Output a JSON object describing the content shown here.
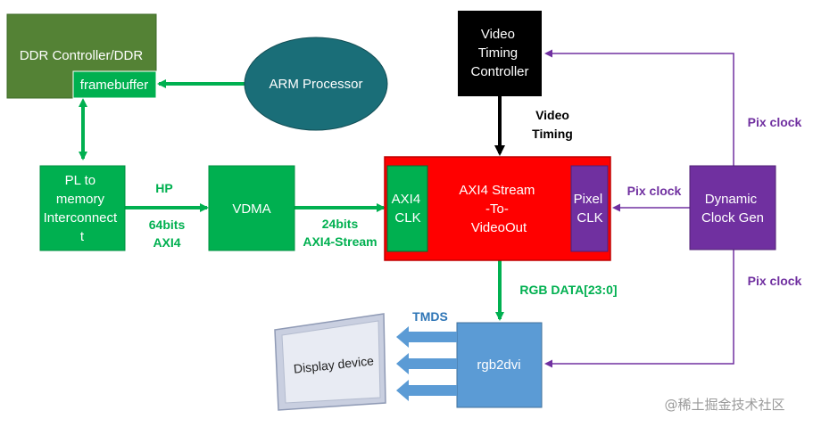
{
  "nodes": {
    "ddr": {
      "label": "DDR Controller/DDR"
    },
    "framebuffer": {
      "label": "framebuffer"
    },
    "arm": {
      "label": "ARM Processor"
    },
    "pl_interconnect": {
      "lines": [
        "PL to",
        "memory",
        "Interconnect",
        "t"
      ]
    },
    "vdma": {
      "label": "VDMA"
    },
    "vtc": {
      "lines": [
        "Video",
        "Timing",
        "Controller"
      ]
    },
    "axi4_stream": {
      "lines": [
        "AXI4 Stream",
        "-To-",
        "VideoOut"
      ]
    },
    "axi4_clk": {
      "lines": [
        "AXI4",
        "CLK"
      ]
    },
    "pixel_clk": {
      "lines": [
        "Pixel",
        "CLK"
      ]
    },
    "clock_gen": {
      "lines": [
        "Dynamic",
        "Clock Gen"
      ]
    },
    "rgb2dvi": {
      "label": "rgb2dvi"
    },
    "display": {
      "label": "Display device"
    }
  },
  "edge_labels": {
    "hp": "HP",
    "bits64": "64bits",
    "axi4": "AXI4",
    "bits24": "24bits",
    "axi4_stream": "AXI4-Stream",
    "video": "Video",
    "timing": "Timing",
    "pix_clock_top": "Pix clock",
    "pix_clock_mid": "Pix clock",
    "pix_clock_bottom": "Pix clock",
    "rgb_data": "RGB DATA[23:0]",
    "tmds": "TMDS"
  },
  "watermark": "@稀土掘金技术社区",
  "colors": {
    "green_dark": "#548235",
    "green": "#00b050",
    "teal": "#1a6e78",
    "red": "#ff0000",
    "purple": "#7030a0",
    "blue_box": "#5b9bd5",
    "label_green": "#00b050",
    "label_purple": "#7030a0",
    "label_blue": "#2e75b6"
  }
}
